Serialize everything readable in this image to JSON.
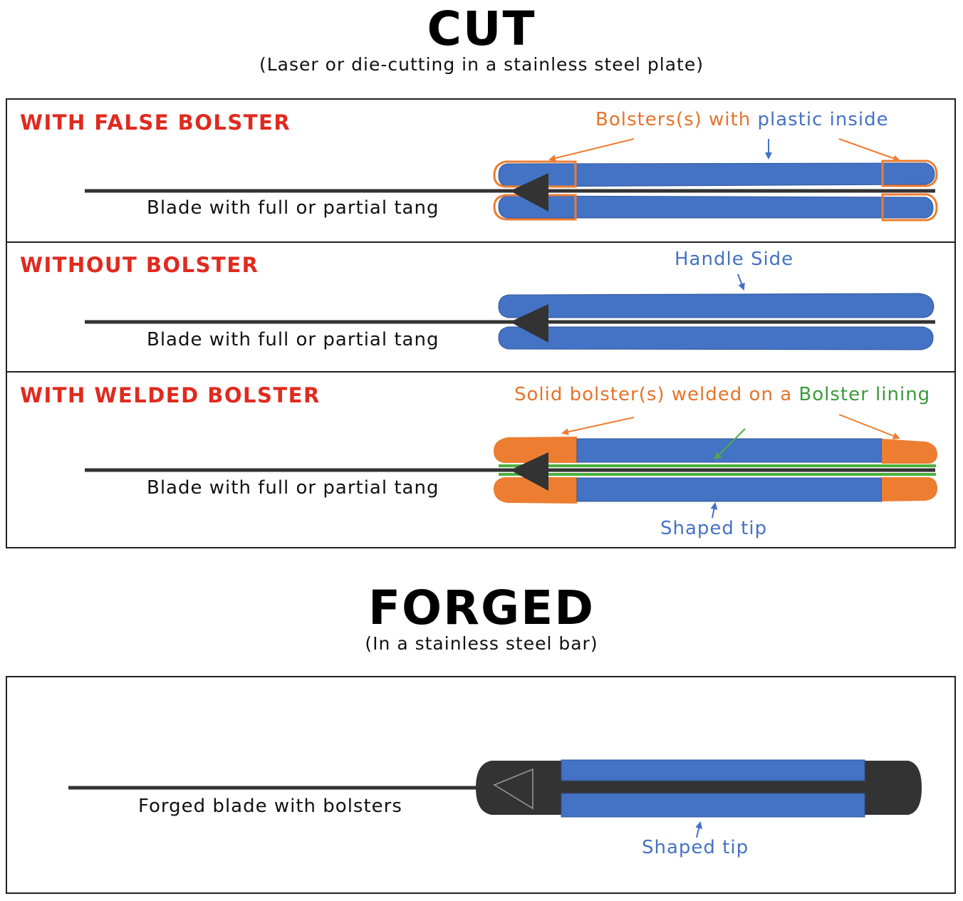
{
  "cut": {
    "title": "CUT",
    "subtitle": "(Laser or die-cutting in a stainless steel plate)",
    "panels": [
      {
        "title": "WITH FALSE BOLSTER",
        "blade_label": "Blade with full or partial tang",
        "annotation_part1": "Bolsters(s) with ",
        "annotation_part2": "plastic inside"
      },
      {
        "title": "WITHOUT BOLSTER",
        "blade_label": "Blade with full or partial tang",
        "annotation": "Handle Side"
      },
      {
        "title": "WITH WELDED BOLSTER",
        "blade_label": "Blade with full or partial tang",
        "annotation_part1": "Solid bolster(s) welded on a ",
        "annotation_part2": "Bolster lining",
        "tip_label": "Shaped tip"
      }
    ]
  },
  "forged": {
    "title": "FORGED",
    "subtitle": "(In a stainless steel bar)",
    "blade_label": "Forged blade with bolsters",
    "tip_label": "Shaped tip"
  },
  "colors": {
    "panel_title": "#e02a1f",
    "handle_blue": "#4472c4",
    "bolster_orange": "#ed7d31",
    "lining_green": "#4caf3c",
    "steel_dark": "#333333"
  }
}
